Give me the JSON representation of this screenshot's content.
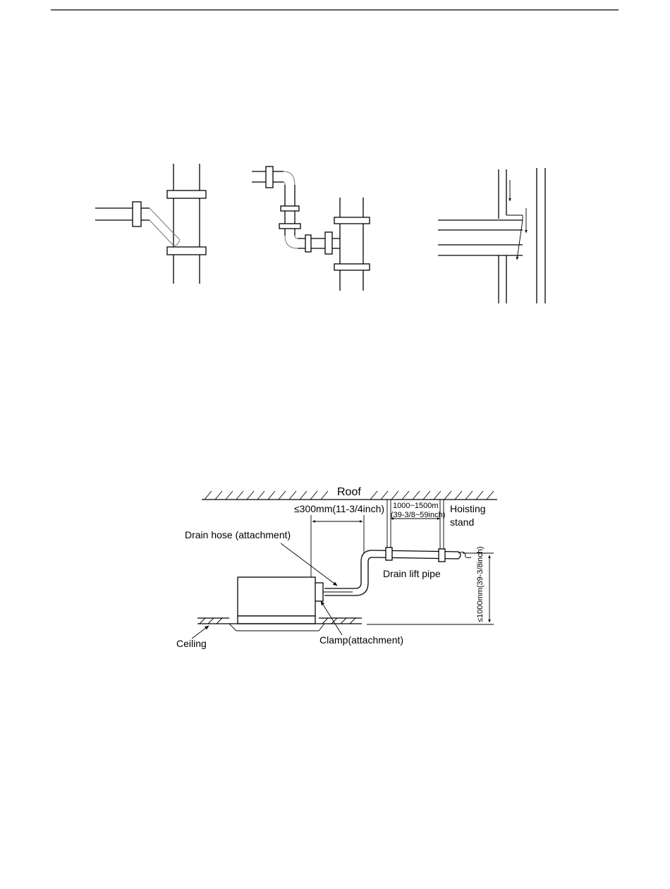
{
  "labels": {
    "roof": "Roof",
    "hoisting_stand_line1": "Hoisting",
    "hoisting_stand_line2": "stand",
    "dim_hose_length": "≤300mm(11-3/4inch)",
    "dim_hanger_spacing_line1": "1000~1500m",
    "dim_hanger_spacing_line2": "(39-3/8~59inch)",
    "dim_lift_height": "≤1000mm(39-3/8inch)",
    "drain_hose": "Drain hose (attachment)",
    "drain_lift_pipe": "Drain lift pipe",
    "ceiling": "Ceiling",
    "clamp": "Clamp(attachment)"
  }
}
